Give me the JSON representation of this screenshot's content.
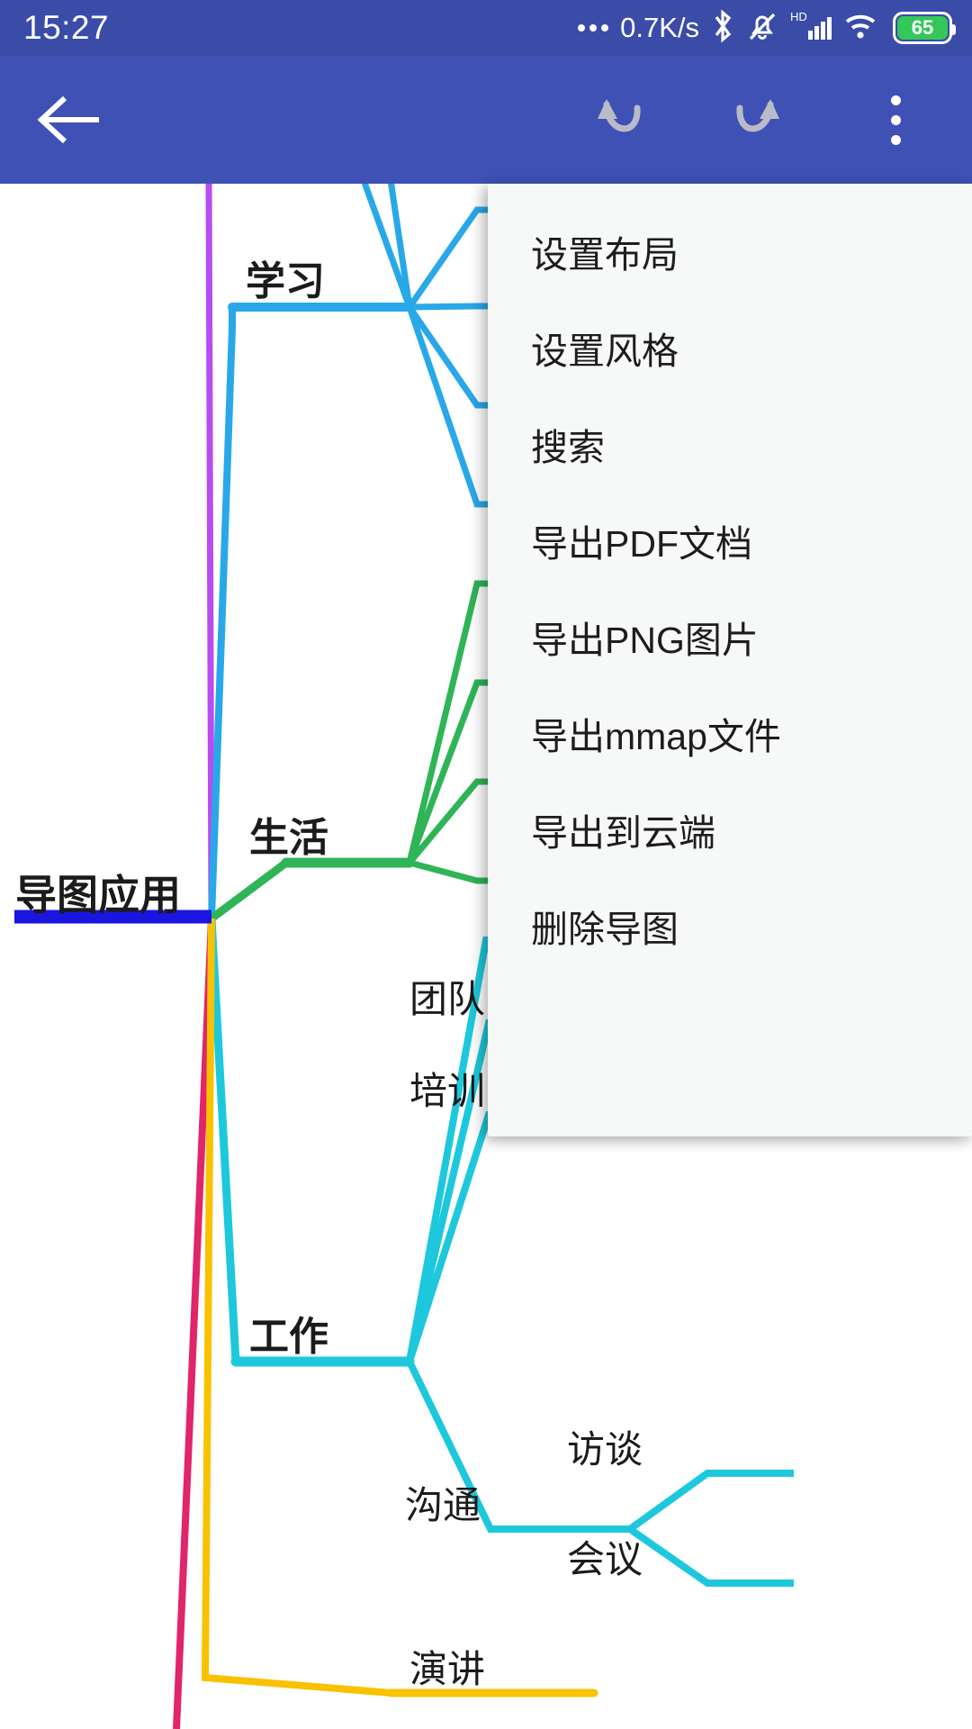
{
  "status_bar": {
    "time": "15:27",
    "network_speed": "0.7K/s",
    "battery_level": "65",
    "icons": [
      "more-dots-icon",
      "bluetooth-icon",
      "mute-bell-icon",
      "hd-signal-icon",
      "wifi-icon",
      "battery-icon"
    ]
  },
  "app_bar": {
    "back_label": "←",
    "undo_label": "undo",
    "redo_label": "redo",
    "overflow_label": "more-options"
  },
  "menu": {
    "items": [
      {
        "label": "设置布局"
      },
      {
        "label": "设置风格"
      },
      {
        "label": "搜索"
      },
      {
        "label": "导出PDF文档"
      },
      {
        "label": "导出PNG图片"
      },
      {
        "label": "导出mmap文件"
      },
      {
        "label": "导出到云端"
      },
      {
        "label": "删除导图"
      }
    ]
  },
  "mindmap": {
    "root": {
      "label": "导图应用",
      "color": "#1a16e0"
    },
    "branches": [
      {
        "label": "学习",
        "color": "#29a8e8"
      },
      {
        "label": "生活",
        "color": "#2fb457"
      },
      {
        "label": "工作",
        "color": "#1ec8dc"
      },
      {
        "label": "演讲",
        "color": "#f8c200"
      }
    ],
    "work_children": [
      {
        "label": "团队",
        "color": "#1ec8dc"
      },
      {
        "label": "培训",
        "color": "#1ec8dc"
      },
      {
        "label": "沟通",
        "color": "#1ec8dc"
      }
    ],
    "communication_children": [
      {
        "label": "访谈",
        "color": "#1ec8dc"
      },
      {
        "label": "会议",
        "color": "#1ec8dc"
      }
    ],
    "edge_colors": {
      "purple": "#b84cf0",
      "blue": "#29a8e8",
      "green": "#2fb457",
      "cyan": "#1ec8dc",
      "crimson": "#e0256b",
      "yellow": "#f8c200"
    }
  }
}
